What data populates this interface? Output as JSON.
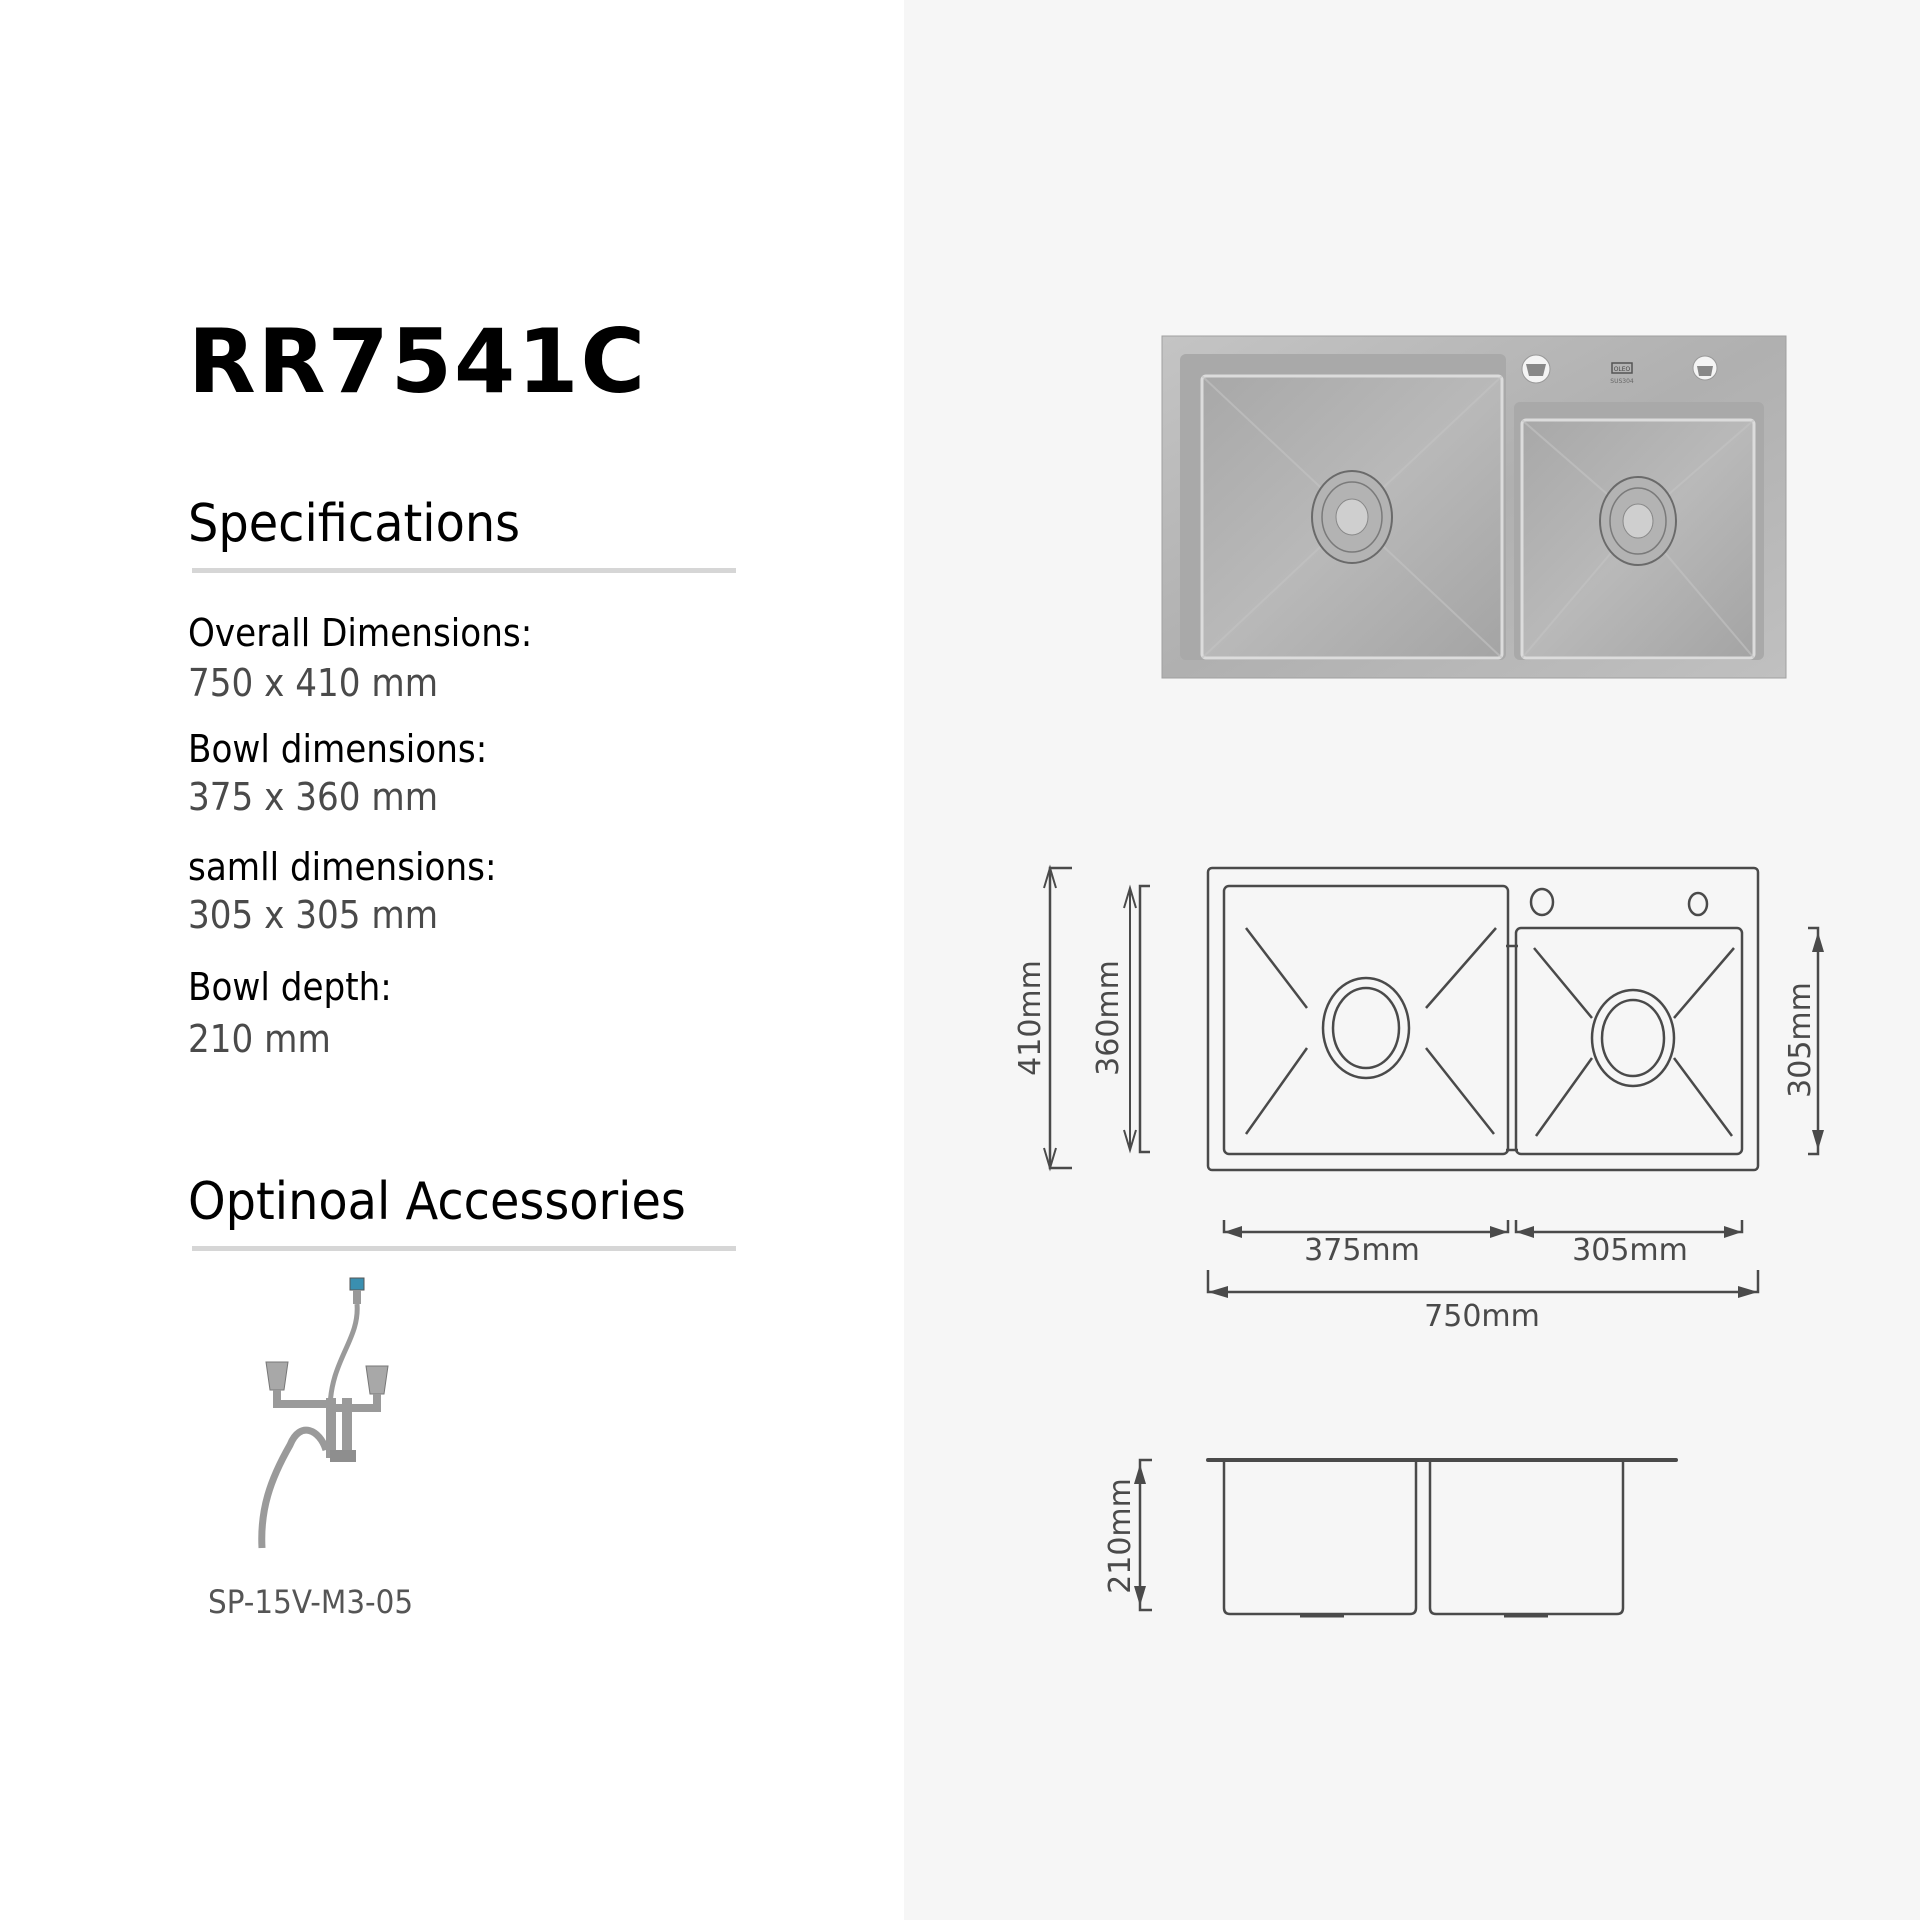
{
  "product": {
    "model": "RR7541C"
  },
  "specifications": {
    "heading": "Specifications",
    "items": [
      {
        "label": "Overall Dimensions:",
        "value": "750 x 410 mm"
      },
      {
        "label": "Bowl dimensions:",
        "value": "375 x 360 mm"
      },
      {
        "label": "samll dimensions:",
        "value": "305 x 305 mm"
      },
      {
        "label": "Bowl depth:",
        "value": "210 mm"
      }
    ]
  },
  "accessories": {
    "heading": "Optinoal Accessories",
    "items": [
      {
        "code": "SP-15V-M3-05",
        "image": "double-bowl-drain-kit"
      }
    ]
  },
  "photo": {
    "brand_mark": "OLEO",
    "material_mark": "SUS304"
  },
  "drawing": {
    "top_view": {
      "overall_height": "410mm",
      "bowl_height": "360mm",
      "small_bowl_height": "305mm",
      "bowl_width": "375mm",
      "small_bowl_width": "305mm",
      "overall_width": "750mm"
    },
    "side_view": {
      "depth": "210mm"
    }
  },
  "colors": {
    "right_panel_bg": "#f6f6f6",
    "rule": "#d6d6d6",
    "line": "#4a4a4a",
    "steel": "#b8b8b8"
  }
}
